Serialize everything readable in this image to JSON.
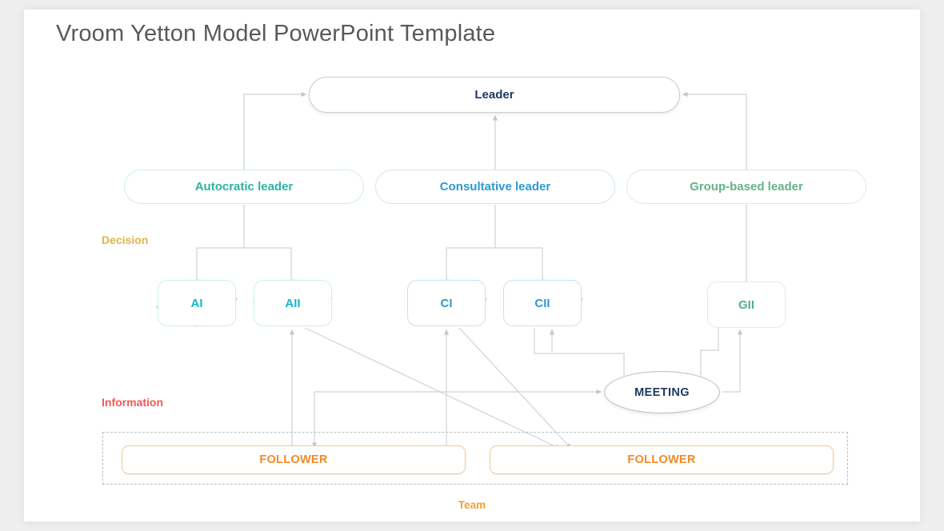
{
  "slide": {
    "title": "Vroom Yetton Model PowerPoint Template"
  },
  "diagram": {
    "top_node": {
      "label": "Leader"
    },
    "leader_types": [
      {
        "key": "autocratic",
        "label": "Autocratic leader",
        "color": "#2bb3a3"
      },
      {
        "key": "consultative",
        "label": "Consultative leader",
        "color": "#2e9ad0"
      },
      {
        "key": "group_based",
        "label": "Group-based leader",
        "color": "#63b28c"
      }
    ],
    "decision_styles": [
      {
        "key": "ai",
        "label": "AI",
        "color": "#18b5c8"
      },
      {
        "key": "aii",
        "label": "AII",
        "color": "#18b5c8"
      },
      {
        "key": "ci",
        "label": "CI",
        "color": "#2e9ad0"
      },
      {
        "key": "cii",
        "label": "CII",
        "color": "#2e9ad0"
      },
      {
        "key": "gii",
        "label": "GII",
        "color": "#52b189"
      }
    ],
    "meeting": {
      "label": "MEETING"
    },
    "followers": [
      {
        "label": "FOLLOWER"
      },
      {
        "label": "FOLLOWER"
      }
    ],
    "side_labels": {
      "decision": "Decision",
      "information": "Information",
      "team": "Team"
    }
  },
  "colors": {
    "decision_label": "#e0b54a",
    "information_label": "#ef5a52",
    "team_label": "#f3a02a",
    "follower": "#f08a24",
    "navy": "#1f3864",
    "wire": "#cfd2d6"
  }
}
